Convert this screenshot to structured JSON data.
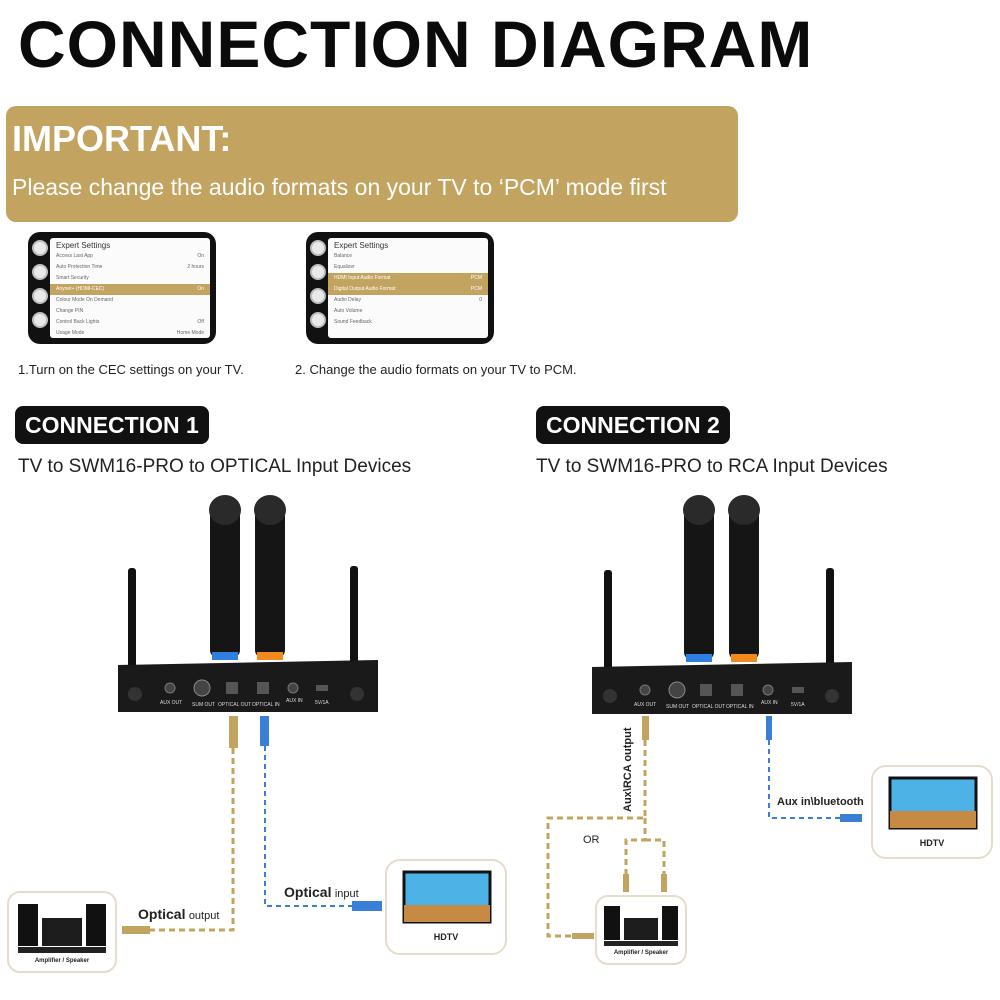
{
  "title": "CONNECTION DIAGRAM",
  "important": {
    "heading": "IMPORTANT:",
    "text": "Please change the audio formats on your TV to ‘PCM’ mode first",
    "color": "#c2a35f"
  },
  "tv_menus": [
    {
      "header": "Expert Settings",
      "rows": [
        {
          "label": "Access Last App",
          "value": "On"
        },
        {
          "label": "Auto Protection Time",
          "value": "2 hours"
        },
        {
          "label": "Smart Security",
          "value": ""
        },
        {
          "label": "Anynet+ (HDMI-CEC)",
          "value": "On"
        },
        {
          "label": "Colour Mode On Demand",
          "value": ""
        },
        {
          "label": "Change PIN",
          "value": ""
        },
        {
          "label": "Control Back Lights",
          "value": "Off"
        },
        {
          "label": "Usage Mode",
          "value": "Home Mode"
        }
      ],
      "caption": "1.Turn on the CEC settings on your TV."
    },
    {
      "header": "Expert Settings",
      "rows": [
        {
          "label": "Balance",
          "value": ""
        },
        {
          "label": "Equalizer",
          "value": ""
        },
        {
          "label": "HDMI Input Audio Format",
          "value": "PCM"
        },
        {
          "label": "Digital Output Audio Format",
          "value": "PCM"
        },
        {
          "label": "Audio Delay",
          "value": "0"
        },
        {
          "label": "Auto Volume",
          "value": ""
        },
        {
          "label": "Sound Feedback",
          "value": ""
        }
      ],
      "caption": "2. Change the audio formats on your TV to PCM."
    }
  ],
  "connection1": {
    "badge": "CONNECTION 1",
    "subtitle": "TV to SWM16-PRO to OPTICAL Input Devices",
    "optical_output_bold": "Optical",
    "optical_output_rest": "output",
    "optical_input_bold": "Optical",
    "optical_input_rest": "input"
  },
  "connection2": {
    "badge": "CONNECTION 2",
    "subtitle": "TV to SWM16-PRO to RCA Input Devices",
    "aux_rca_label": "Aux\\RCA output",
    "or_label": "OR",
    "aux_in_label": "Aux in\\bluetooth"
  },
  "receiver_ports": [
    "AUX OUT",
    "SUM OUT",
    "OPTICAL OUT",
    "OPTICAL IN",
    "AUX IN",
    "5V/1A"
  ],
  "hdtv_label": "HDTV",
  "amp_label": "Amplifier / Speaker",
  "colors": {
    "gold_cable": "#c2a35f",
    "blue_cable": "#3a7fd6",
    "mic_blue_ring": "#2f7fe0",
    "mic_orange_ring": "#f08a1c"
  }
}
